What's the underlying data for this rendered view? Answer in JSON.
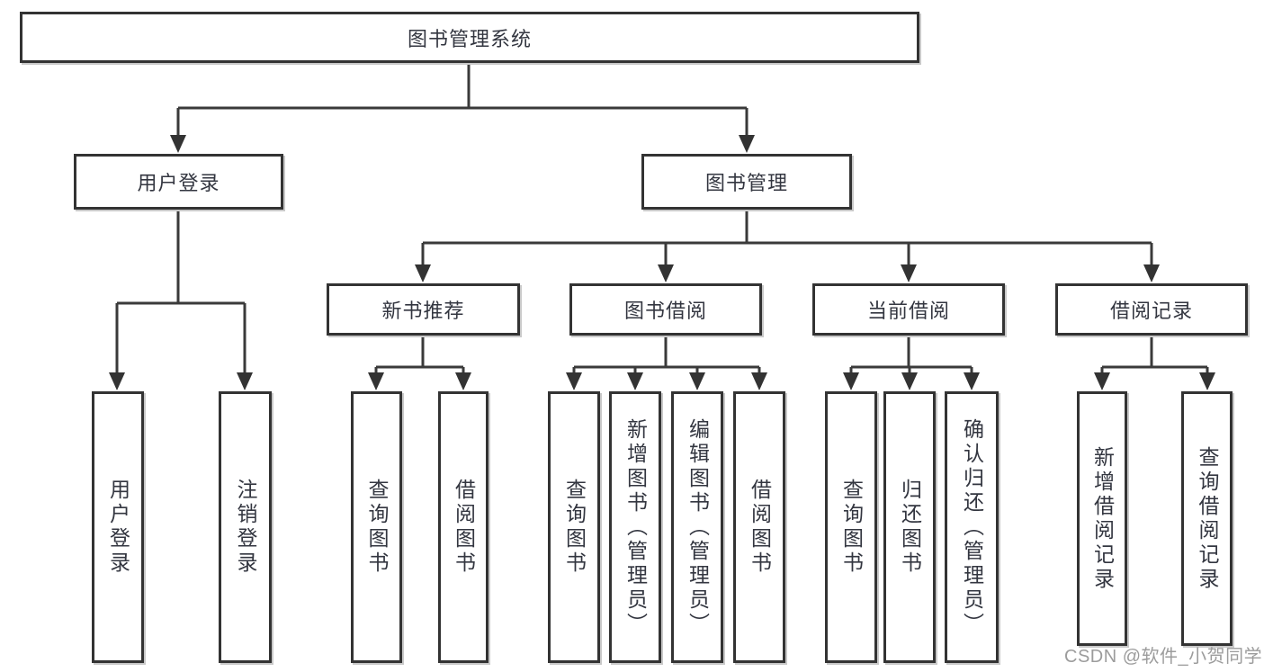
{
  "tree": {
    "root": "图书管理系统",
    "user_login": {
      "label": "用户登录",
      "children": [
        "用户登录",
        "注销登录"
      ]
    },
    "book_management": {
      "label": "图书管理",
      "sections": {
        "new_books": {
          "label": "新书推荐",
          "children": [
            "查询图书",
            "借阅图书"
          ]
        },
        "book_borrowing": {
          "label": "图书借阅",
          "children": [
            "查询图书",
            "新增图书（管理员）",
            "编辑图书（管理员）",
            "借阅图书"
          ]
        },
        "current_borrowing": {
          "label": "当前借阅",
          "children": [
            "查询图书",
            "归还图书",
            "确认归还（管理员）"
          ]
        },
        "borrowing_records": {
          "label": "借阅记录",
          "children": [
            "新增借阅记录",
            "查询借阅记录"
          ]
        }
      }
    }
  },
  "watermark": {
    "text": "CSDN @软件_小贺同学"
  },
  "colors": {
    "box_border": "#333333",
    "line": "#3a3a3a",
    "text": "#333640",
    "watermark": "#9c9c9c",
    "background": "#ffffff"
  }
}
